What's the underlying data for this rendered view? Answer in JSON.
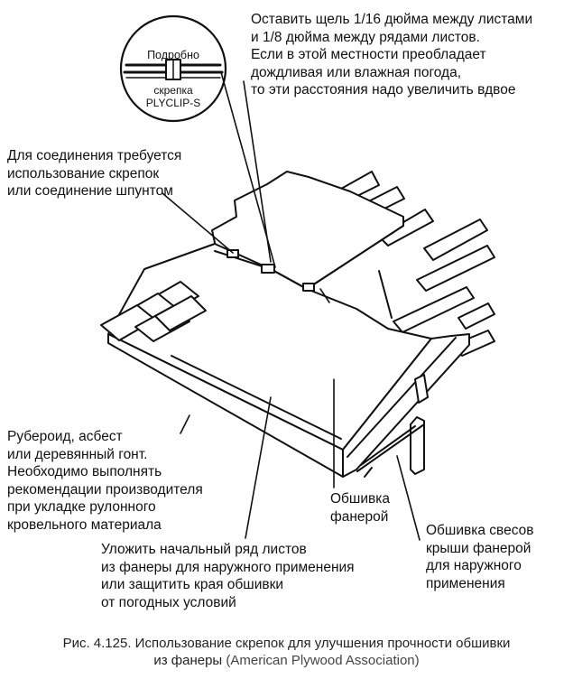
{
  "detail": {
    "title": "Подробно",
    "clip_line1": "скрепка",
    "clip_line2": "PLYCLIP-S"
  },
  "labels": {
    "gap_note": [
      "Оставить щель 1/16 дюйма между листами",
      "и 1/8 дюйма между рядами листов.",
      "Если в этой местности преобладает",
      "дождливая или влажная погода,",
      "то эти расстояния надо увеличить вдвое"
    ],
    "joint_note": [
      "Для соединения требуется",
      "использование скрепок",
      "или соединение шпунтом"
    ],
    "roofing_note": [
      "Рубероид, асбест",
      "или деревянный гонт.",
      "Необходимо выполнять",
      "рекомендации производителя",
      "при укладке рулонного",
      "кровельного материала"
    ],
    "plywood_note": [
      "Обшивка",
      "фанерой"
    ],
    "eaves_note": [
      "Обшивка свесов",
      "крыши фанерой",
      "для наружного",
      "применения"
    ],
    "first_row_note": [
      "Уложить начальный ряд листов",
      "из фанеры для наружного применения",
      "или защитить края обшивки",
      "от погодных условий"
    ]
  },
  "caption": {
    "main": "Рис. 4.125. Использование скрепок для улучшения прочности обшивки",
    "line2": "из фанеры",
    "source": "(American Plywood Association)"
  }
}
